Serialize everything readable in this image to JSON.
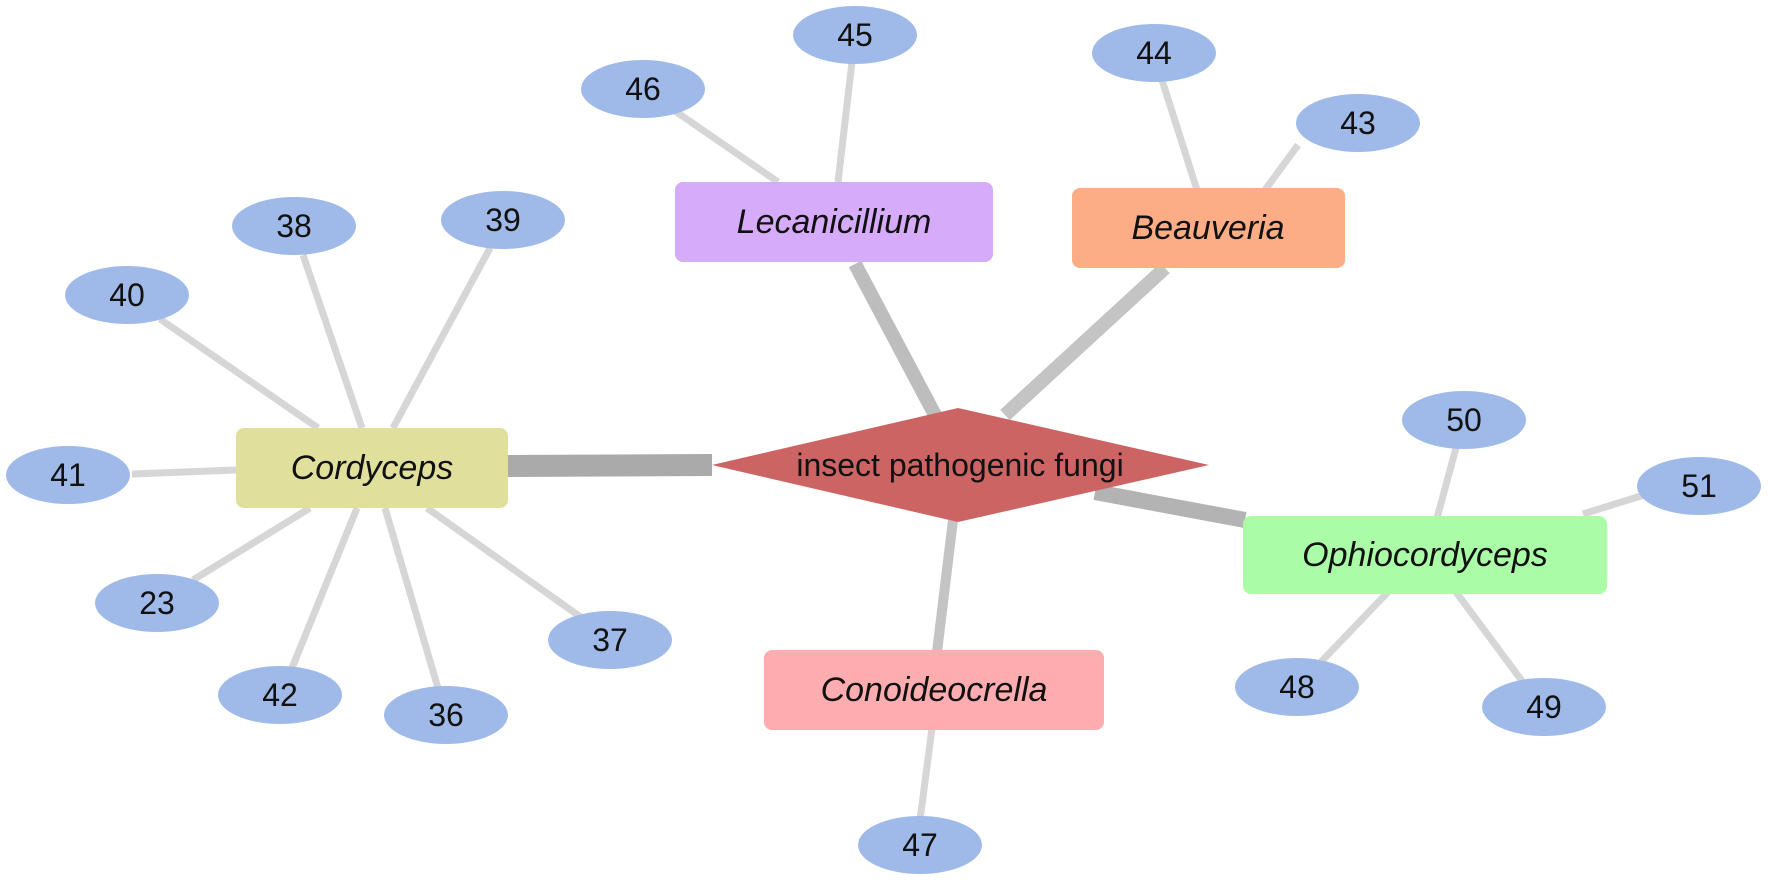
{
  "hub": {
    "label": "insect pathogenic fungi",
    "color": "#cd6464"
  },
  "genera": [
    {
      "id": "cordyceps",
      "label": "Cordyceps",
      "color": "#e0e09c",
      "refs": [
        "38",
        "39",
        "40",
        "41",
        "23",
        "42",
        "36",
        "37"
      ]
    },
    {
      "id": "lecanicillium",
      "label": "Lecanicillium",
      "color": "#d6acfa",
      "refs": [
        "46",
        "45"
      ]
    },
    {
      "id": "beauveria",
      "label": "Beauveria",
      "color": "#fcad86",
      "refs": [
        "44",
        "43"
      ]
    },
    {
      "id": "ophiocordyceps",
      "label": "Ophiocordyceps",
      "color": "#abfca6",
      "refs": [
        "50",
        "51",
        "48",
        "49"
      ]
    },
    {
      "id": "conoideocrella",
      "label": "Conoideocrella",
      "color": "#fdadaf",
      "refs": [
        "47"
      ]
    }
  ],
  "colors": {
    "reference_node": "#9fbae9",
    "hub_edge": "#b0b0b0",
    "leaf_edge": "#d6d6d6"
  }
}
